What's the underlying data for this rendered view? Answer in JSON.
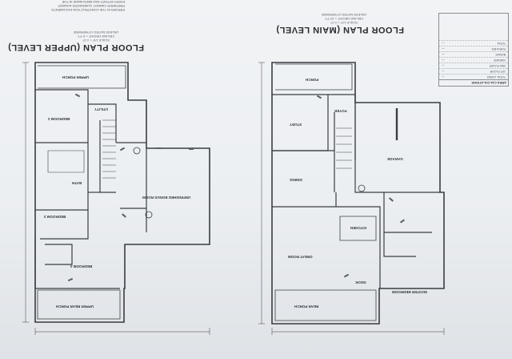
{
  "upper_plan": {
    "title": "FLOOR PLAN (UPPER LEVEL)",
    "scale": "SCALE 1/4\" = 1'-0\"",
    "ceiling": "CEILING HEIGHT = 9' FT.",
    "note": "UNLESS NOTED OTHERWISE",
    "rooms": {
      "upper_porch": "UPPER PORCH",
      "bedroom2": "BEDROOM 2",
      "utility": "UTILITY",
      "bath": "BATH",
      "bedroom3": "BEDROOM 3",
      "bonus": "UNFINISHED BONUS ROOM",
      "bedroom4": "BEDROOM 4",
      "upper_rear_porch": "UPPER REAR PORCH"
    }
  },
  "main_plan": {
    "title": "FLOOR PLAN (MAIN LEVEL)",
    "scale": "SCALE 1/4\" = 1'-0\"",
    "ceiling": "CEILING HEIGHT = 10' FT.",
    "note": "UNLESS NOTED OTHERWISE",
    "rooms": {
      "porch": "PORCH",
      "study": "STUDY",
      "foyer": "FOYER",
      "garage": "GARAGE",
      "dining": "DINING",
      "kitchen": "KITCHEN",
      "great_room": "GREAT ROOM",
      "nook": "NOOK",
      "master_bedroom": "MASTER BEDROOM",
      "rear_porch": "REAR PORCH"
    }
  },
  "area_table": {
    "header": "AREA CALCULATIONS",
    "rows": [
      "TOTAL LIVING",
      "1ST FLOOR",
      "2ND FLOOR",
      "GARAGE",
      "BONUS",
      "PORCHES",
      "TOTAL"
    ]
  },
  "notes_lines": [
    "ERRORS IN THE CONSTRUCTION DOCUMENTS.",
    "PREPARER CANNOT GUARANTEE AGAINST",
    "EVERY EFFORT HAS BEEN MADE IN THE"
  ]
}
